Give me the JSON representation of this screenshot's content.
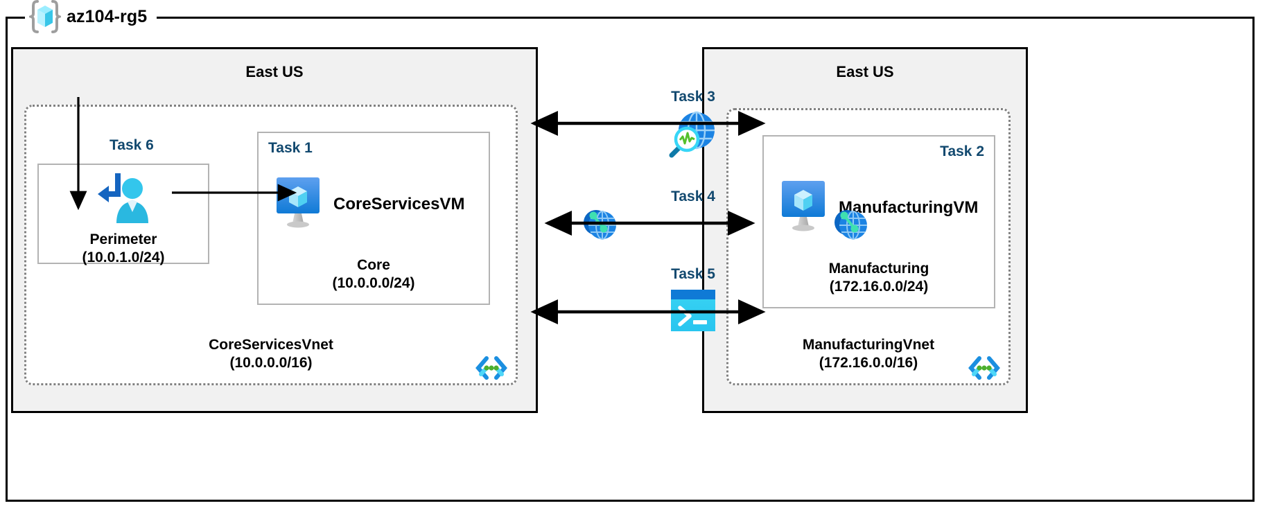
{
  "diagram": {
    "type": "azure-architecture",
    "resource_group": {
      "name": "az104-rg5",
      "icon": "resource-group-cube-icon"
    },
    "regions": [
      {
        "id": "left",
        "title": "East US"
      },
      {
        "id": "right",
        "title": "East US"
      }
    ],
    "vnets": [
      {
        "id": "coreservices",
        "name": "CoreServicesVnet",
        "cidr": "(10.0.0.0/16)",
        "icon": "vnet-icon",
        "subnets": [
          {
            "id": "perimeter",
            "task": "Task 6",
            "name": "Perimeter",
            "cidr": "(10.0.1.0/24)",
            "icon": "bastion-user-icon"
          },
          {
            "id": "core",
            "task": "Task 1",
            "name": "Core",
            "cidr": "(10.0.0.0/24)",
            "vm": "CoreServicesVM",
            "icon": "virtual-machine-icon"
          }
        ]
      },
      {
        "id": "manufacturing",
        "name": "ManufacturingVnet",
        "cidr": "(172.16.0.0/16)",
        "icon": "vnet-icon",
        "subnets": [
          {
            "id": "manufacturing",
            "task": "Task 2",
            "name": "Manufacturing",
            "cidr": "(172.16.0.0/24)",
            "vm": "ManufacturingVM",
            "icon": "virtual-machine-icon"
          }
        ]
      }
    ],
    "internet": {
      "icon": "globe-internet-icon"
    },
    "peering_icons": [
      {
        "id": "peering-left",
        "icon": "vnet-peering-icon"
      },
      {
        "id": "peering-right",
        "icon": "vnet-peering-icon"
      }
    ],
    "middle_tasks": [
      {
        "id": "task3",
        "label": "Task 3",
        "icon": "network-watcher-icon"
      },
      {
        "id": "task4",
        "label": "Task 4",
        "icon": "none"
      },
      {
        "id": "task5",
        "label": "Task 5",
        "icon": "cloud-shell-icon"
      }
    ],
    "colors": {
      "task_label": "#12496f",
      "region_fill": "#f1f1f1",
      "region_border": "#000000",
      "vnet_border": "#808080",
      "subnet_border": "#b3b3b3",
      "azure_blue": "#0078d4",
      "cyan": "#32d3f5",
      "green_dot": "#4caf2f"
    }
  }
}
